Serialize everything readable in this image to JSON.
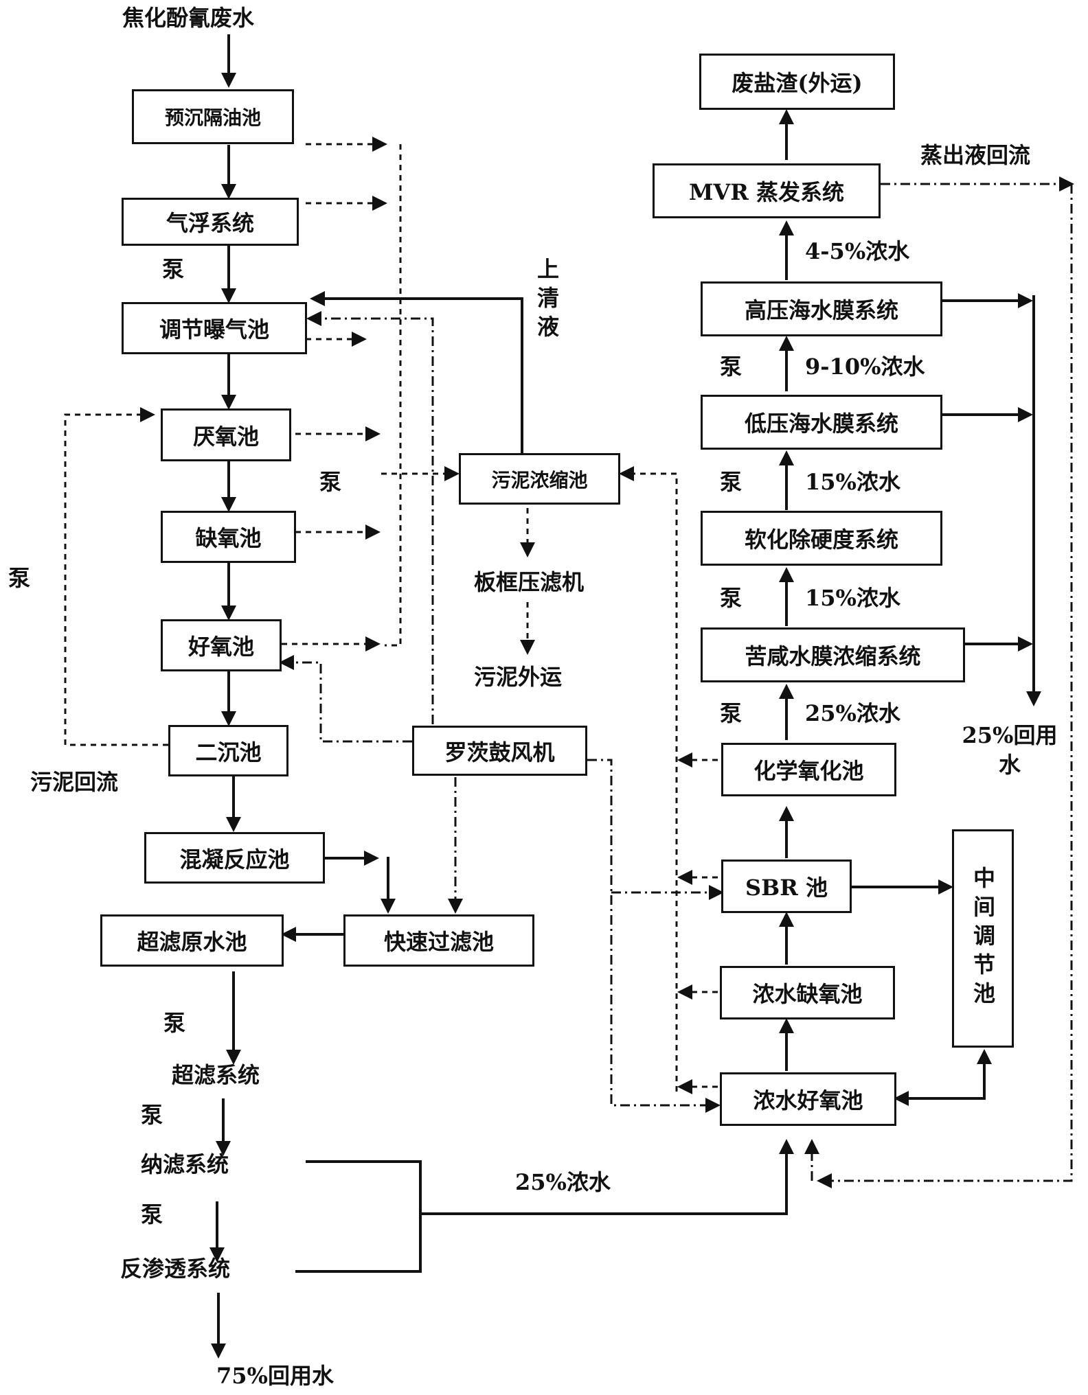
{
  "title": "焦化酚氰废水",
  "boxes": {
    "presettle": "预沉隔油池",
    "float": "气浮系统",
    "aeration": "调节曝气池",
    "anaerobic": "厌氧池",
    "anoxic": "缺氧池",
    "aerobic": "好氧池",
    "clarifier": "二沉池",
    "coag": "混凝反应池",
    "rapid_filter": "快速过滤池",
    "uf_tank": "超滤原水池",
    "sludge_thick": "污泥浓缩池",
    "roots_blower": "罗茨鼓风机",
    "waste_salt": "废盐渣(外运)",
    "mvr": "MVR 蒸发系统",
    "hp_sw": "高压海水膜系统",
    "lp_sw": "低压海水膜系统",
    "soften": "软化除硬度系统",
    "brackish": "苦咸水膜浓缩系统",
    "chem_ox": "化学氧化池",
    "sbr": "SBR 池",
    "conc_anoxic": "浓水缺氧池",
    "conc_aerobic": "浓水好氧池",
    "mid_tank": "中间调节池"
  },
  "labels": {
    "pump": "泵",
    "supernatant": "上清液",
    "filter_press": "板框压滤机",
    "sludge_out": "污泥外运",
    "sludge_return": "污泥回流",
    "uf_system": "超滤系统",
    "nf_system": "纳滤系统",
    "ro_system": "反渗透系统",
    "reuse_75": "75%回用水",
    "conc_25_bottom": "25%浓水",
    "evap_return": "蒸出液回流",
    "conc_4_5": "4-5%浓水",
    "conc_9_10": "9-10%浓水",
    "conc_15_a": "15%浓水",
    "conc_15_b": "15%浓水",
    "conc_25_right": "25%浓水",
    "reuse_25": "25%回用水"
  }
}
